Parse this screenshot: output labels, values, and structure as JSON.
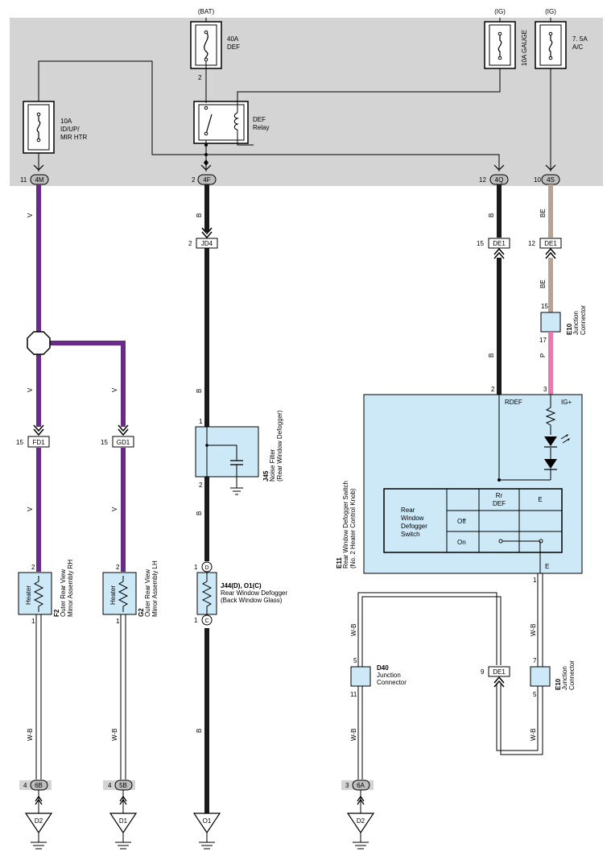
{
  "diagram": {
    "power_sources": {
      "bat": "(BAT)",
      "ig_gauge": "(IG)",
      "ig_ac": "(IG)"
    },
    "fuses": {
      "def": {
        "rating": "40A",
        "name": "DEF"
      },
      "mirror_htr": {
        "rating": "10A",
        "name_line1": "ID/UP/",
        "name_line2": "MIR HTR"
      },
      "gauge": {
        "label": "10A GAUGE"
      },
      "ac": {
        "rating": "7. 5A",
        "name": "A/C"
      }
    },
    "relay": {
      "line1": "DEF",
      "line2": "Relay"
    },
    "pins": {
      "fuse_def_out": "2",
      "c4m": "11",
      "c4f": "2",
      "c4q": "12",
      "c4s": "10",
      "jd4": "2",
      "de1_switch_feed": "15",
      "de1_ig_feed": "12",
      "e10_top_in": "15",
      "e10_top_out": "17",
      "fd1": "15",
      "gd1": "15",
      "j45_in": "1",
      "j45_out": "2",
      "e11_rdef": "2",
      "e11_ig": "3",
      "e11_e": "1",
      "f2_in": "2",
      "f2_out": "1",
      "g2_in": "2",
      "g2_out": "1",
      "j44_top": "1",
      "j44_bottom": "1",
      "d40_top": "5",
      "d40_bottom": "11",
      "de1_ground": "9",
      "e10_bottom_in": "7",
      "e10_bottom_out": "5",
      "c6b": "4",
      "c5b": "4",
      "c6a": "3"
    },
    "connectors": {
      "c4m": "4M",
      "c4f": "4F",
      "c4q": "4Q",
      "c4s": "4S",
      "jd4": "JD4",
      "de1": "DE1",
      "fd1": "FD1",
      "gd1": "GD1",
      "c6b": "6B",
      "c5b": "5B",
      "c6a": "6A"
    },
    "wire_colors": {
      "v": "V",
      "b": "B",
      "be": "BE",
      "p": "P",
      "wb": "W-B"
    },
    "components": {
      "j45": {
        "code": "J45",
        "line1": "Noise Filter",
        "line2": "(Rear Window Defogger)"
      },
      "e10": {
        "code": "E10",
        "line1": "Junction",
        "line2": "Connector"
      },
      "e11": {
        "code": "E11",
        "line1": "Rear Window Defogger Switch",
        "line2": "(No. 2 Heater Control Knob)"
      },
      "f2": {
        "code": "F2",
        "line1": "Outer Rear View",
        "line2": "Mirror Assembly RH"
      },
      "g2": {
        "code": "G2",
        "line1": "Outer Rear View",
        "line2": "Mirror Assembly LH"
      },
      "heater_label": "Heater",
      "j44": {
        "code": "J44(D), O1(C)",
        "line1": "Rear Window Defogger",
        "line2": "(Back Window Glass)"
      },
      "d40": {
        "code": "D40",
        "line1": "Junction",
        "line2": "Connector"
      },
      "pin_d": "D",
      "pin_c": "C"
    },
    "switch": {
      "terminal_rdef": "RDEF",
      "terminal_ig": "IG+",
      "terminal_e": "E",
      "table_title_line1": "Rear",
      "table_title_line2": "Window",
      "table_title_line3": "Defogger",
      "table_title_line4": "Switch",
      "col_rr_line1": "Rr",
      "col_rr_line2": "DEF",
      "col_e": "E",
      "row_off": "Off",
      "row_on": "On"
    },
    "grounds": {
      "d2_left": "D2",
      "d1": "D1",
      "o1": "O1",
      "d2_right": "D2"
    },
    "colors": {
      "purple_wire": "#6a2a8a",
      "black_wire": "#1a1a1a",
      "beige_wire": "#b8a394",
      "pink_wire": "#e87ab0",
      "component_fill": "#cde9f7",
      "panel_gray": "#d4d4d4"
    }
  }
}
